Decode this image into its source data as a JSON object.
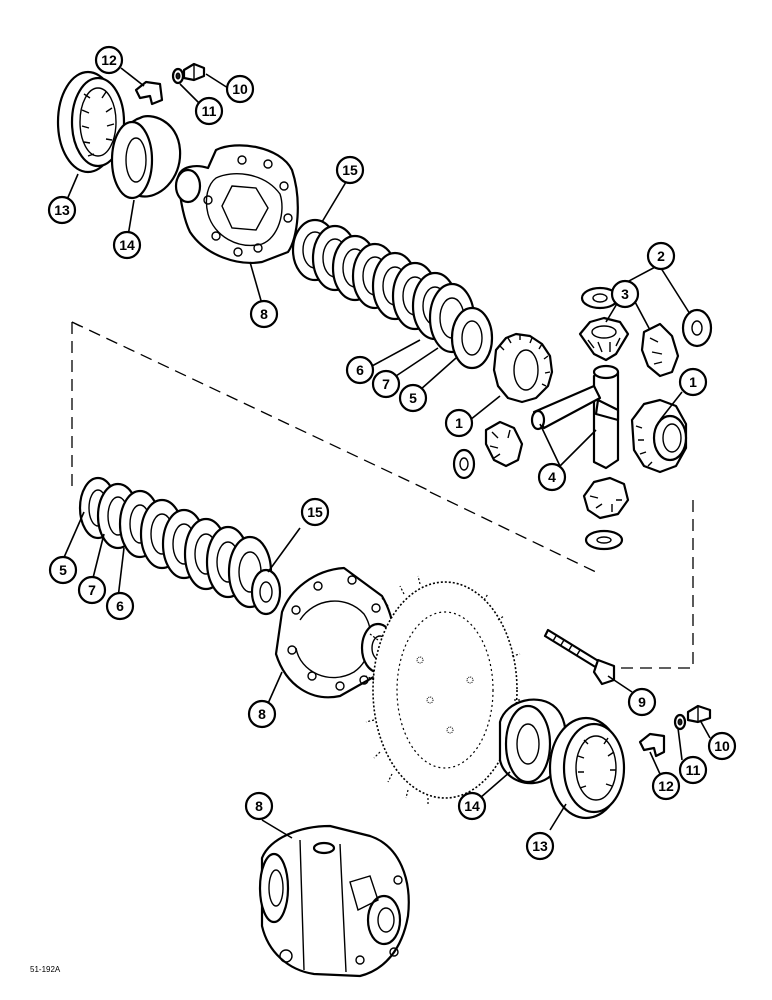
{
  "diagram": {
    "figure_code": "51-192A",
    "callouts": [
      {
        "id": "c12-top",
        "label": "12"
      },
      {
        "id": "c11-top",
        "label": "11"
      },
      {
        "id": "c10-top",
        "label": "10"
      },
      {
        "id": "c13-top",
        "label": "13"
      },
      {
        "id": "c14-top",
        "label": "14"
      },
      {
        "id": "c15-top",
        "label": "15"
      },
      {
        "id": "c8-top",
        "label": "8"
      },
      {
        "id": "c2",
        "label": "2"
      },
      {
        "id": "c3",
        "label": "3"
      },
      {
        "id": "c6-top",
        "label": "6"
      },
      {
        "id": "c7-top",
        "label": "7"
      },
      {
        "id": "c5-top",
        "label": "5"
      },
      {
        "id": "c1-left",
        "label": "1"
      },
      {
        "id": "c1-right",
        "label": "1"
      },
      {
        "id": "c4",
        "label": "4"
      },
      {
        "id": "c15-bottom",
        "label": "15"
      },
      {
        "id": "c5-bottom",
        "label": "5"
      },
      {
        "id": "c7-bottom",
        "label": "7"
      },
      {
        "id": "c6-bottom",
        "label": "6"
      },
      {
        "id": "c8-middle",
        "label": "8"
      },
      {
        "id": "c9",
        "label": "9"
      },
      {
        "id": "c10-bottom",
        "label": "10"
      },
      {
        "id": "c11-bottom",
        "label": "11"
      },
      {
        "id": "c12-bottom",
        "label": "12"
      },
      {
        "id": "c14-bottom",
        "label": "14"
      },
      {
        "id": "c13-bottom",
        "label": "13"
      },
      {
        "id": "c8-bottom",
        "label": "8"
      }
    ]
  }
}
